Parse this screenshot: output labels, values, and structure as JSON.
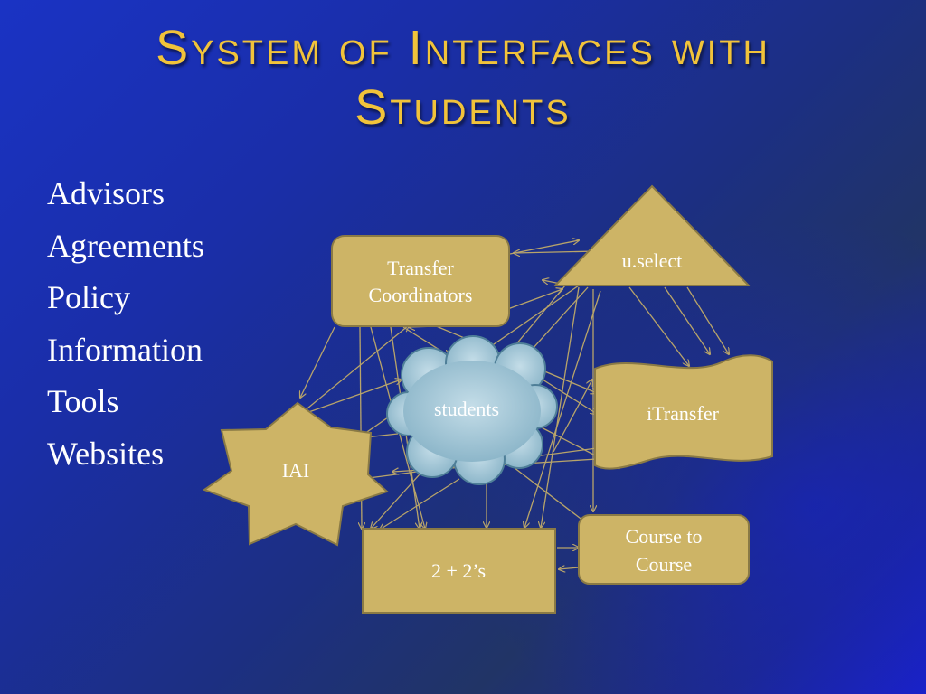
{
  "title": "System of Interfaces with Students",
  "bullets": [
    "Advisors",
    "Agreements",
    "Policy",
    "Information",
    "Tools",
    "Websites"
  ],
  "nodes": {
    "transfer_coordinators": {
      "line1": "Transfer",
      "line2": "Coordinators"
    },
    "uselect": {
      "label": "u.select"
    },
    "students": {
      "label": "students"
    },
    "itransfer": {
      "label": "iTransfer"
    },
    "iai": {
      "label": "IAI"
    },
    "two_plus_two": {
      "label": "2 + 2’s"
    },
    "course_to_course": {
      "line1": "Course to",
      "line2": "Course"
    }
  },
  "colors": {
    "shape_fill": "#cdb466",
    "shape_stroke": "#8a7a45",
    "cloud_fill": "#9fc3d3",
    "cloud_stroke": "#4f7f98",
    "arrow": "#b8a46a",
    "title": "#f1c33a"
  }
}
